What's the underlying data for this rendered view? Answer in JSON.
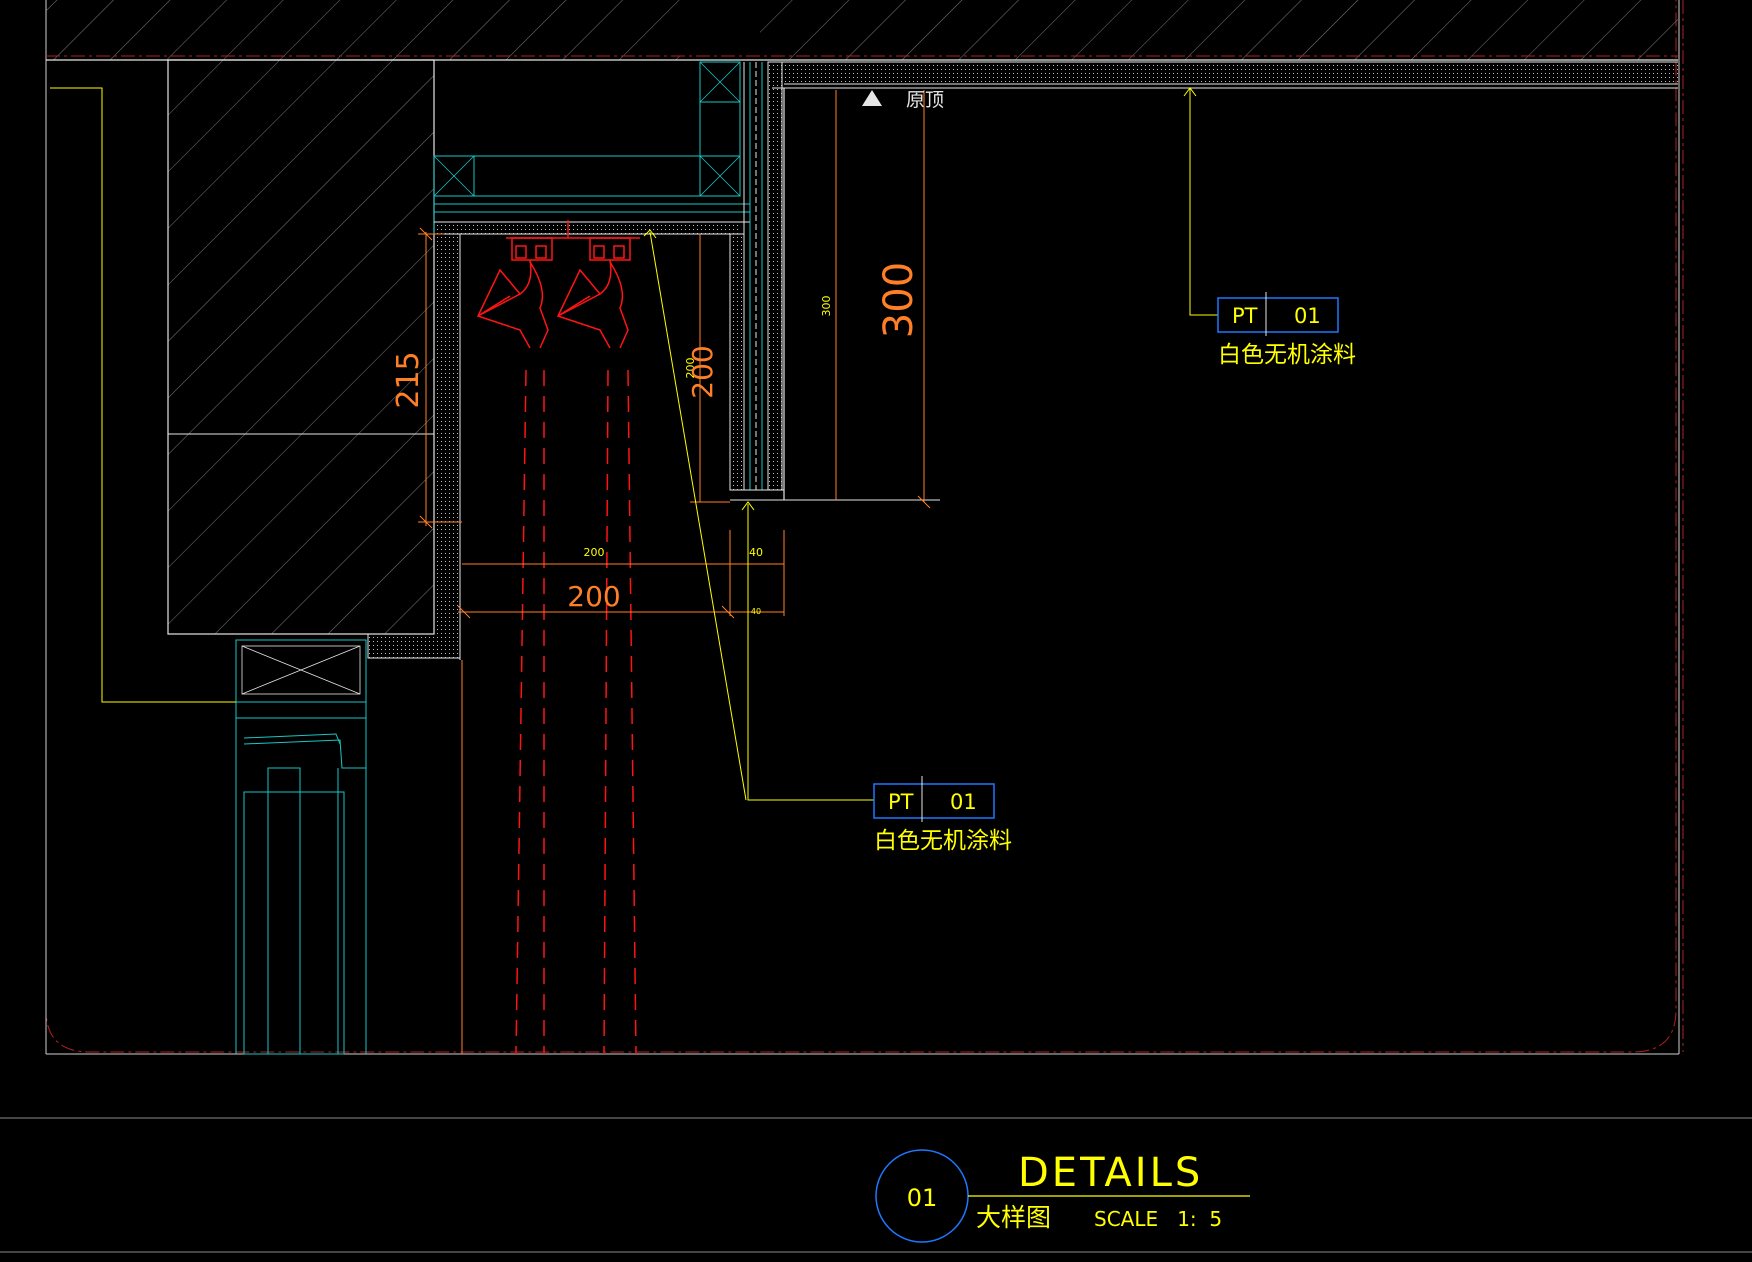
{
  "colors": {
    "background": "#000000",
    "white": "#e6e6e6",
    "cyan": "#19c6c6",
    "yellow": "#ffff00",
    "orange": "#ff7f27",
    "red": "#ff1414",
    "blue": "#1e78ff",
    "border_red": "#b02020",
    "gray": "#8a8a8a"
  },
  "labels": {
    "original_ceiling": "原顶",
    "dim_300_small": "300",
    "dim_300_large": "300",
    "dim_215": "215",
    "dim_200_v_small": "200",
    "dim_200_v_large": "200",
    "dim_200_h_small": "200",
    "dim_200_h_large": "200",
    "dim_40_top": "40",
    "dim_40_bottom": "40"
  },
  "tags": [
    {
      "code": "PT",
      "number": "01",
      "description": "白色无机涂料"
    },
    {
      "code": "PT",
      "number": "01",
      "description": "白色无机涂料"
    }
  ],
  "title_block": {
    "number": "01",
    "title": "DETAILS",
    "subtitle": "大样图",
    "scale": "SCALE   1:  5"
  }
}
